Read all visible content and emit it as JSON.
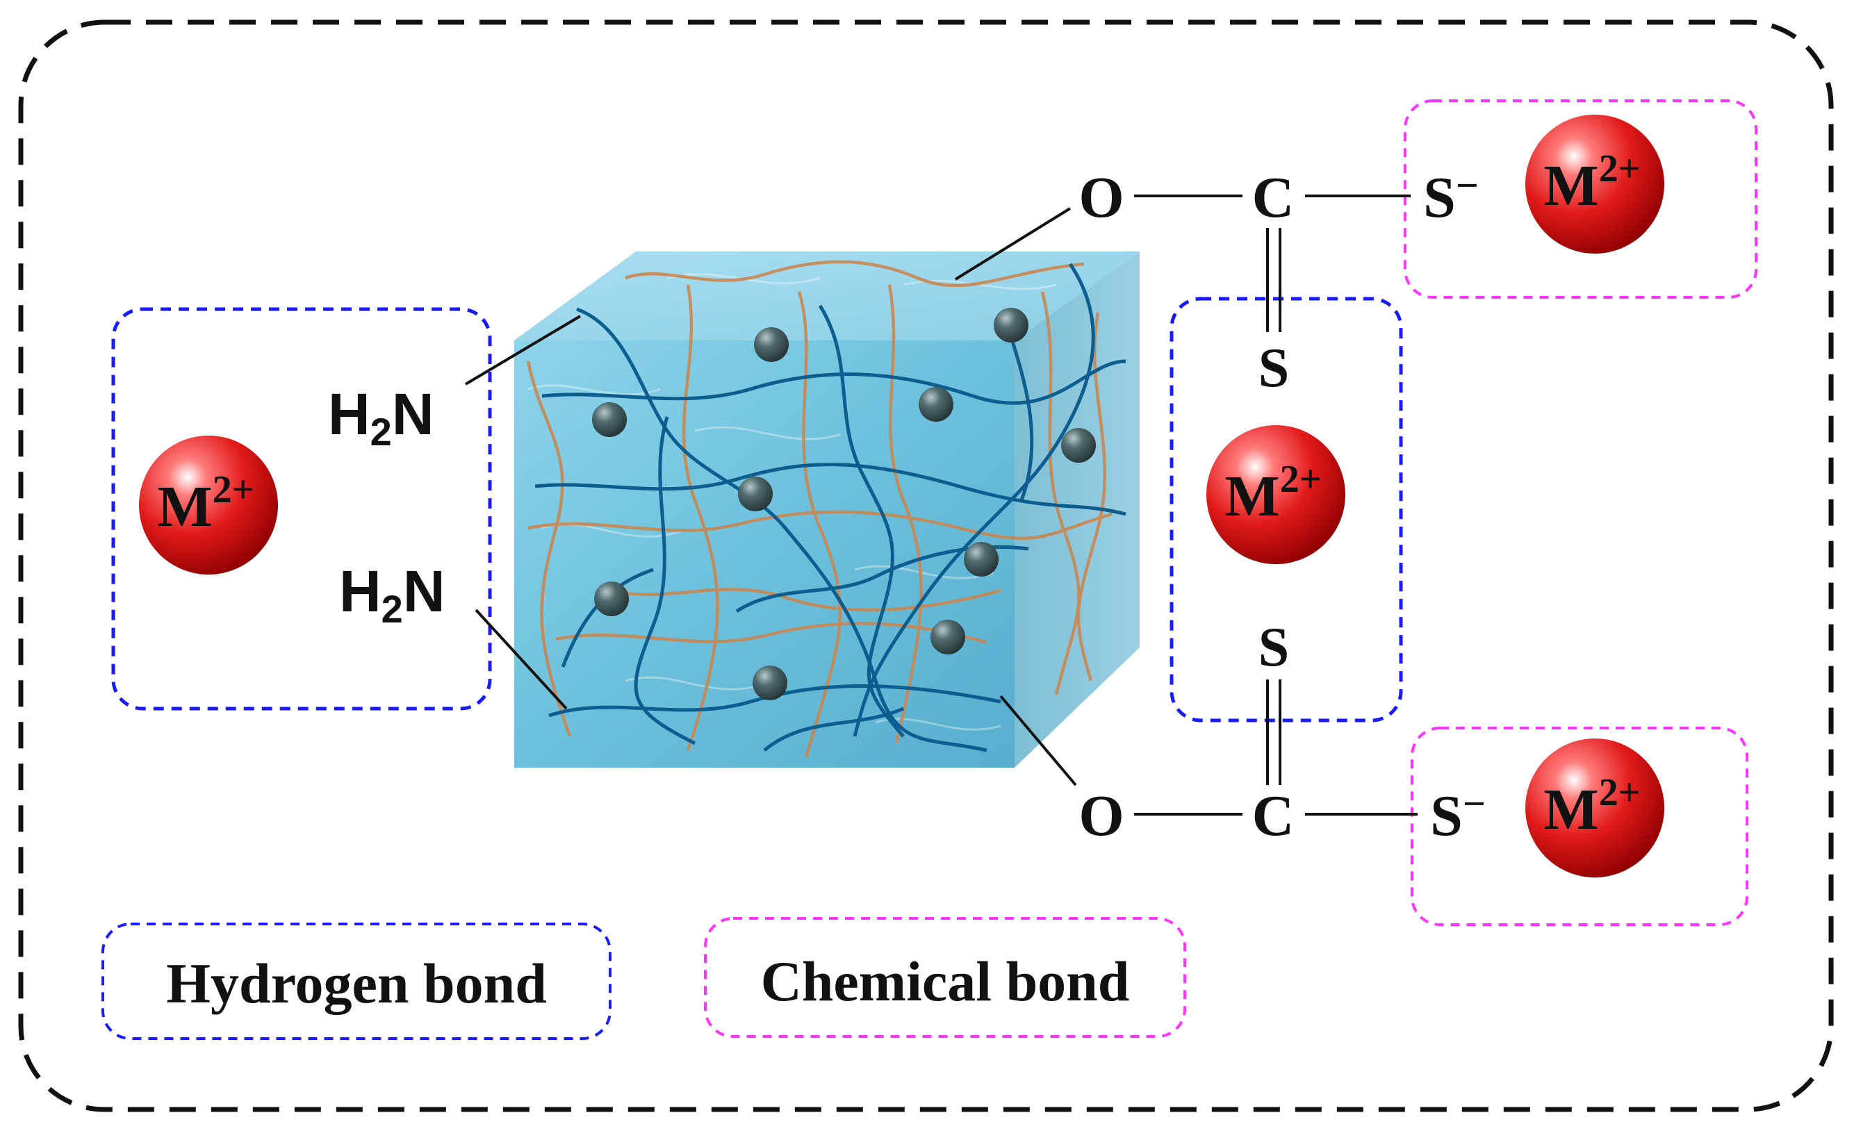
{
  "amine_labels": {
    "top": {
      "main": "H",
      "sub": "2",
      "tail": "N"
    },
    "bottom": {
      "main": "H",
      "sub": "2",
      "tail": "N"
    }
  },
  "xanthate": {
    "top": {
      "oxygen": "O",
      "carbon": "C",
      "thione_sulfur": "S",
      "thiolate": "S",
      "charge": "−"
    },
    "bottom": {
      "oxygen": "O",
      "carbon": "C",
      "thione_sulfur": "S",
      "thiolate": "S",
      "charge": "−"
    }
  },
  "metal_ions": [
    {
      "id": "left",
      "symbol": "M",
      "charge": "2+"
    },
    {
      "id": "center",
      "symbol": "M",
      "charge": "2+"
    },
    {
      "id": "top-right",
      "symbol": "M",
      "charge": "2+"
    },
    {
      "id": "bottom-right",
      "symbol": "M",
      "charge": "2+"
    }
  ],
  "legend": {
    "hydrogen_bond": "Hydrogen bond",
    "chemical_bond": "Chemical bond"
  },
  "colors": {
    "outer_border": "#111111",
    "hydrogen_bond_box": "#1a1aff",
    "chemical_bond_box": "#ff33ff",
    "metal_ion": "#e11a1a",
    "hydrogel_cube": "#6ec3dc",
    "polymer_blue": "#0d5d8e",
    "polymer_orange": "#c98752",
    "particle": "#3e5458"
  }
}
